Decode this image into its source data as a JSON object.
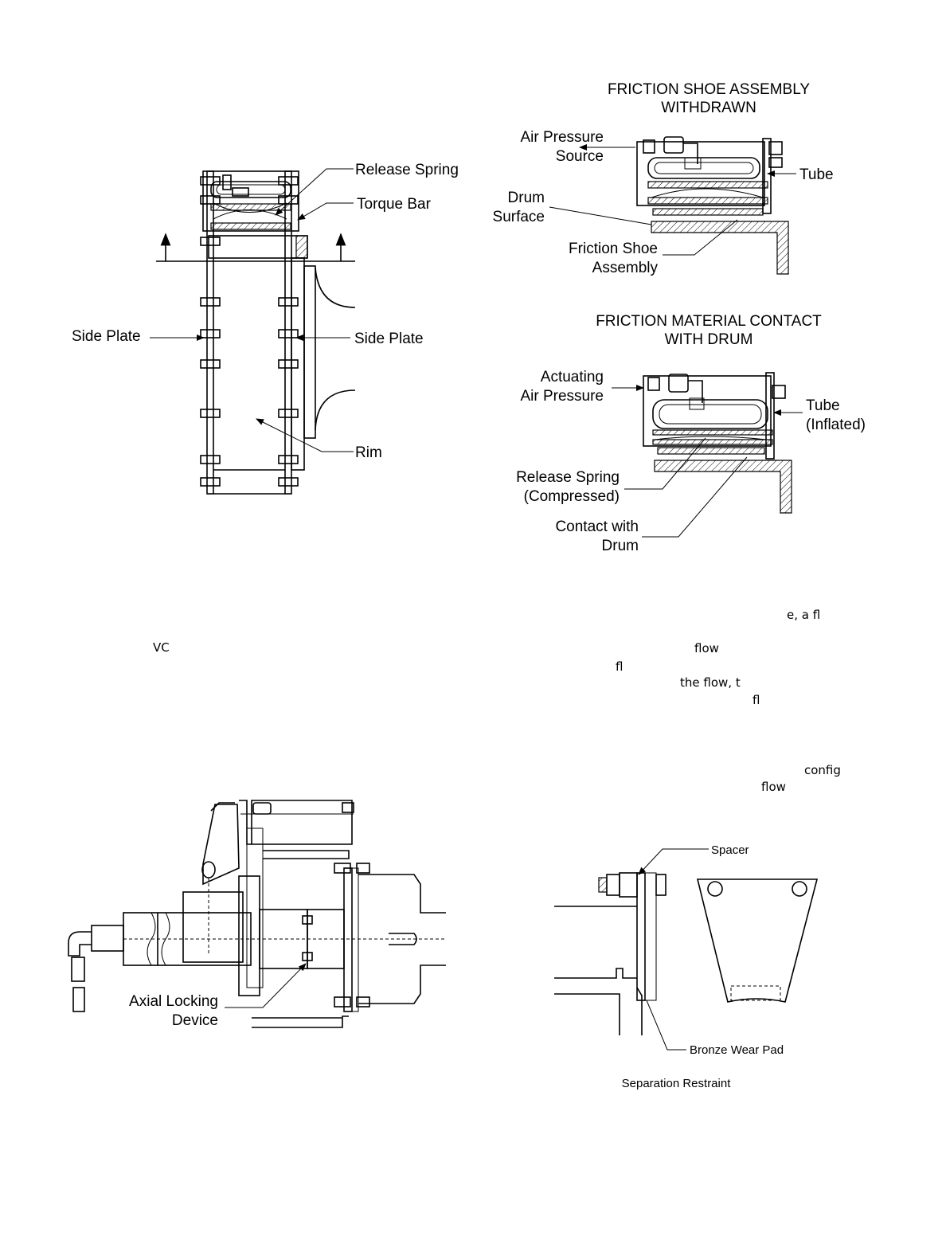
{
  "figure_top_left": {
    "labels": {
      "release_spring": "Release Spring",
      "torque_bar": "Torque Bar",
      "side_plate_left": "Side Plate",
      "side_plate_right": "Side Plate",
      "rim": "Rim"
    }
  },
  "figure_top_right_upper": {
    "title_line1": "FRICTION SHOE ASSEMBLY",
    "title_line2": "WITHDRAWN",
    "labels": {
      "air_pressure_1": "Air Pressure",
      "air_pressure_2": "Source",
      "tube": "Tube",
      "drum_1": "Drum",
      "drum_2": "Surface",
      "friction_shoe_1": "Friction Shoe",
      "friction_shoe_2": "Assembly"
    }
  },
  "figure_top_right_lower": {
    "title_line1": "FRICTION MATERIAL CONTACT",
    "title_line2": "WITH DRUM",
    "labels": {
      "actuating_1": "Actuating",
      "actuating_2": "Air Pressure",
      "tube_1": "Tube",
      "tube_2": "(Inflated)",
      "release_spring_1": "Release Spring",
      "release_spring_2": "(Compressed)",
      "contact_1": "Contact with",
      "contact_2": "Drum"
    }
  },
  "text_fragments": {
    "frag_ea": "e, a fl",
    "frag_vc": "VC",
    "frag_flow1": "flow",
    "frag_fl1": "fl",
    "frag_theflow": "the flow, t",
    "frag_fl2": "fl",
    "frag_config": "config",
    "frag_flow2": "flow"
  },
  "figure_bottom_left": {
    "labels": {
      "axial_1": "Axial Locking",
      "axial_2": "Device"
    }
  },
  "figure_bottom_right": {
    "labels": {
      "spacer": "Spacer",
      "bronze_wear_pad": "Bronze Wear Pad"
    },
    "caption": "Separation Restraint"
  }
}
